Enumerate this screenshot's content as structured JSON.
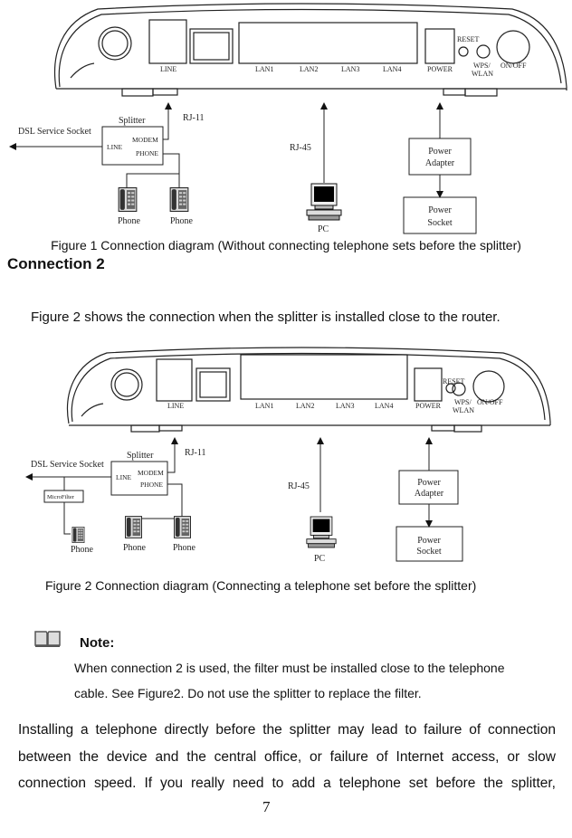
{
  "figure1": {
    "ports": {
      "line": "LINE",
      "lan1": "LAN1",
      "lan2": "LAN2",
      "lan3": "LAN3",
      "lan4": "LAN4",
      "power": "POWER",
      "reset": "RESET",
      "wps1": "WPS/",
      "wps2": "WLAN",
      "onoff": "ON/OFF"
    },
    "rj11": "RJ-11",
    "rj45": "RJ-45",
    "splitter": "Splitter",
    "dsl": "DSL Service Socket",
    "splitter_line": "LINE",
    "splitter_modem": "MODEM",
    "splitter_phone": "PHONE",
    "phone1": "Phone",
    "phone2": "Phone",
    "pc": "PC",
    "adapter1": "Power",
    "adapter2": "Adapter",
    "socket1": "Power",
    "socket2": "Socket",
    "caption": "Figure 1 Connection diagram (Without connecting telephone sets before the splitter)"
  },
  "section": {
    "heading": "Connection 2",
    "intro": "Figure 2 shows the connection when the splitter is installed close to the router."
  },
  "figure2": {
    "ports": {
      "line": "LINE",
      "lan1": "LAN1",
      "lan2": "LAN2",
      "lan3": "LAN3",
      "lan4": "LAN4",
      "power": "POWER",
      "reset": "RESET",
      "wps1": "WPS/",
      "wps2": "WLAN",
      "onoff": "ON/OFF"
    },
    "rj11": "RJ-11",
    "rj45": "RJ-45",
    "splitter": "Splitter",
    "dsl": "DSL Service Socket",
    "splitter_line": "LINE",
    "splitter_modem": "MODEM",
    "splitter_phone": "PHONE",
    "microfilter": "MicroFilter",
    "phone0": "Phone",
    "phone1": "Phone",
    "phone2": "Phone",
    "pc": "PC",
    "adapter1": "Power",
    "adapter2": "Adapter",
    "socket1": "Power",
    "socket2": "Socket",
    "caption": "Figure 2 Connection diagram (Connecting a telephone set before the splitter)"
  },
  "note": {
    "icon": "book-icon",
    "title": "Note:",
    "line1": "When connection 2 is used, the filter must be installed close to the telephone",
    "line2": "cable. See Figure2. Do not use the splitter to replace the filter."
  },
  "body": "Installing a telephone directly before the splitter may lead to failure of connection between the device and the central office, or failure of Internet access, or slow connection speed. If you really need to add a telephone set before the splitter,",
  "page_number": "7"
}
